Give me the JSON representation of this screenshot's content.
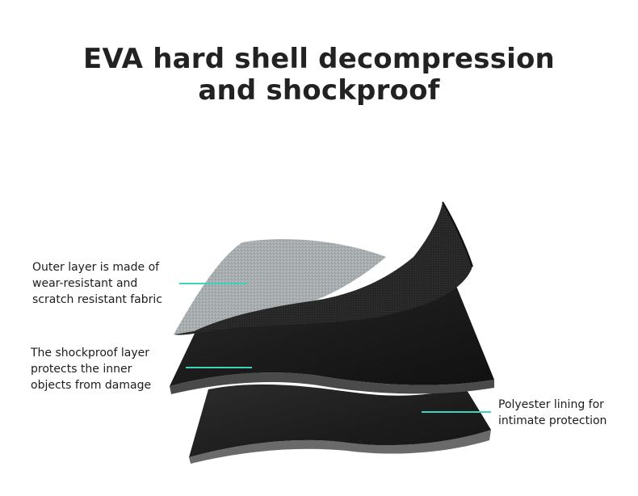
{
  "title": {
    "line1": "EVA hard shell decompression",
    "line2": "and shockproof"
  },
  "labels": {
    "outer": [
      "Outer layer is made of",
      "wear-resistant and",
      "scratch resistant fabric"
    ],
    "shockproof": [
      "The shockproof layer",
      "protects the inner",
      "objects from damage"
    ],
    "lining": [
      "Polyester lining for",
      "intimate protection"
    ]
  },
  "colors": {
    "background": "#ffffff",
    "accent_line": "#3fd3b8",
    "fabric": "#a9aeb0",
    "shell": "#1d1d1d"
  }
}
